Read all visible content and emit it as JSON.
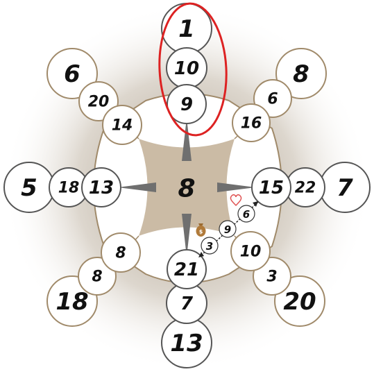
{
  "center": {
    "value": "8"
  },
  "arms": {
    "top": {
      "outer": "1",
      "middle": "10",
      "inner": "9"
    },
    "top_right": {
      "outer": "8",
      "middle": "6",
      "inner": "16"
    },
    "right": {
      "outer": "7",
      "middle": "22",
      "inner": "15"
    },
    "bottom_right": {
      "outer": "20",
      "middle": "3",
      "inner": "10"
    },
    "bottom": {
      "outer": "13",
      "middle": "7",
      "inner": "21"
    },
    "bottom_left": {
      "outer": "18",
      "middle": "8",
      "inner": "8"
    },
    "left": {
      "outer": "5",
      "middle": "18",
      "inner": "13"
    },
    "top_left": {
      "outer": "6",
      "middle": "20",
      "inner": "14"
    }
  },
  "path": {
    "steps": [
      "6",
      "9",
      "3"
    ],
    "icons": [
      "heart-icon",
      "money-bag-icon"
    ]
  },
  "highlight": {
    "arm": "top",
    "color": "#dd2222"
  },
  "colors": {
    "board_fill": "#ffffff",
    "board_stroke": "#a08a6a",
    "center_fill": "#cbbba5",
    "spike_fill": "#6f6f6f",
    "glow": "#b8ab9a",
    "heart": "#e05555",
    "bag": "#b07a3a"
  }
}
